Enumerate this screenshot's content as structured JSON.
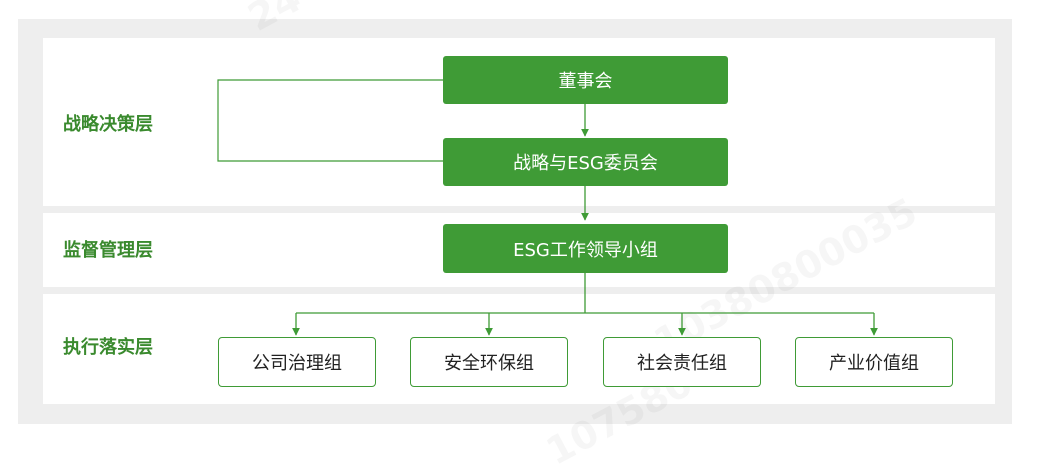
{
  "layers": {
    "strategic": "战略决策层",
    "supervision": "监督管理层",
    "execution": "执行落实层"
  },
  "nodes": {
    "board": "董事会",
    "committee": "战略与ESG委员会",
    "leading_group": "ESG工作领导小组",
    "groups": [
      "公司治理组",
      "安全环保组",
      "社会责任组",
      "产业价值组"
    ]
  },
  "watermark": {
    "top": "24",
    "middle": "10380800035",
    "bottom": "107580"
  },
  "colors": {
    "accent": "#3f9b36",
    "label": "#3a8a2e",
    "panel_bg": "#eeeeee"
  }
}
